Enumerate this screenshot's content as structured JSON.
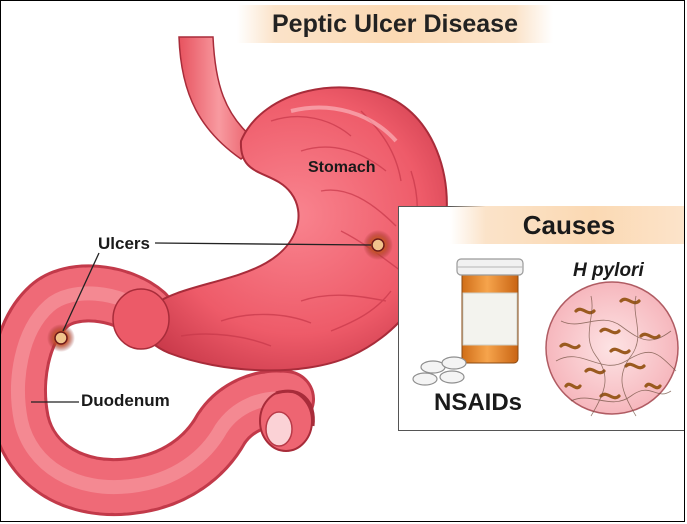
{
  "title": "Peptic Ulcer Disease",
  "labels": {
    "stomach": "Stomach",
    "ulcers": "Ulcers",
    "duodenum": "Duodenum"
  },
  "causes": {
    "heading": "Causes",
    "nsaids": "NSAIDs",
    "h_pylori": "H pylori"
  },
  "colors": {
    "tissue": "#ef5d6c",
    "tissue_dark": "#b83040",
    "heading_band": "#fbd9b3",
    "pill_bottle": "#e98a2b"
  },
  "icons": [
    "pill-bottle-icon",
    "pills-icon",
    "bacteria-icon"
  ]
}
